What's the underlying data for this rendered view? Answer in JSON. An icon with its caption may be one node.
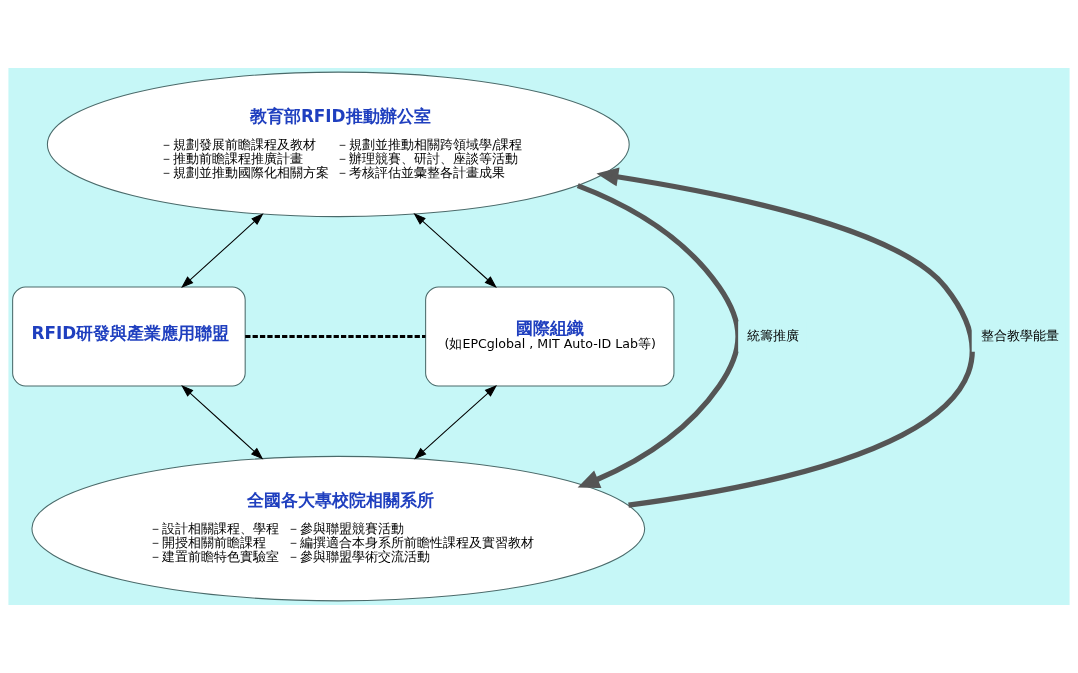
{
  "diagram": {
    "nodes": [
      {
        "text": [
          "教育部RFID推動辦公室",
          "－規劃發展前瞻課程及教材",
          "－推動前瞻課程推廣計畫",
          "－規劃並推動國際化相關方案",
          "－規劃並推動相關跨領域學/課程",
          "－辦理競賽、研討、座談等活動",
          "－考核評估並彙整各計畫成果"
        ]
      },
      {
        "text": [
          "RFID研發與產業應用聯盟"
        ]
      },
      {
        "text": [
          "國際組織",
          "(如EPCglobal , MIT Auto-ID Lab等)"
        ]
      },
      {
        "text": [
          "全國各大專校院相關系所",
          "－設計相關課程、學程",
          "－開授相關前瞻課程",
          "－建置前瞻特色實驗室",
          "－參與聯盟競賽活動",
          "－編撰適合本身系所前瞻性課程及實習教材",
          "－參與聯盟學術交流活動"
        ]
      }
    ],
    "edges": [
      {
        "from": 0,
        "to": 1,
        "arrow": "both"
      },
      {
        "from": 0,
        "to": 2,
        "arrow": "both"
      },
      {
        "from": 1,
        "to": 2,
        "arrow": "none",
        "style": "dashed"
      },
      {
        "from": 3,
        "to": 0,
        "arrow": "to",
        "label": "整合教學能量",
        "style": "thick"
      },
      {
        "from": 0,
        "to": 3,
        "arrow": "to",
        "label": "統籌推廣",
        "style": "thick"
      },
      {
        "from": 1,
        "to": 3,
        "arrow": "both"
      },
      {
        "from": 2,
        "to": 3,
        "arrow": "both"
      }
    ]
  }
}
